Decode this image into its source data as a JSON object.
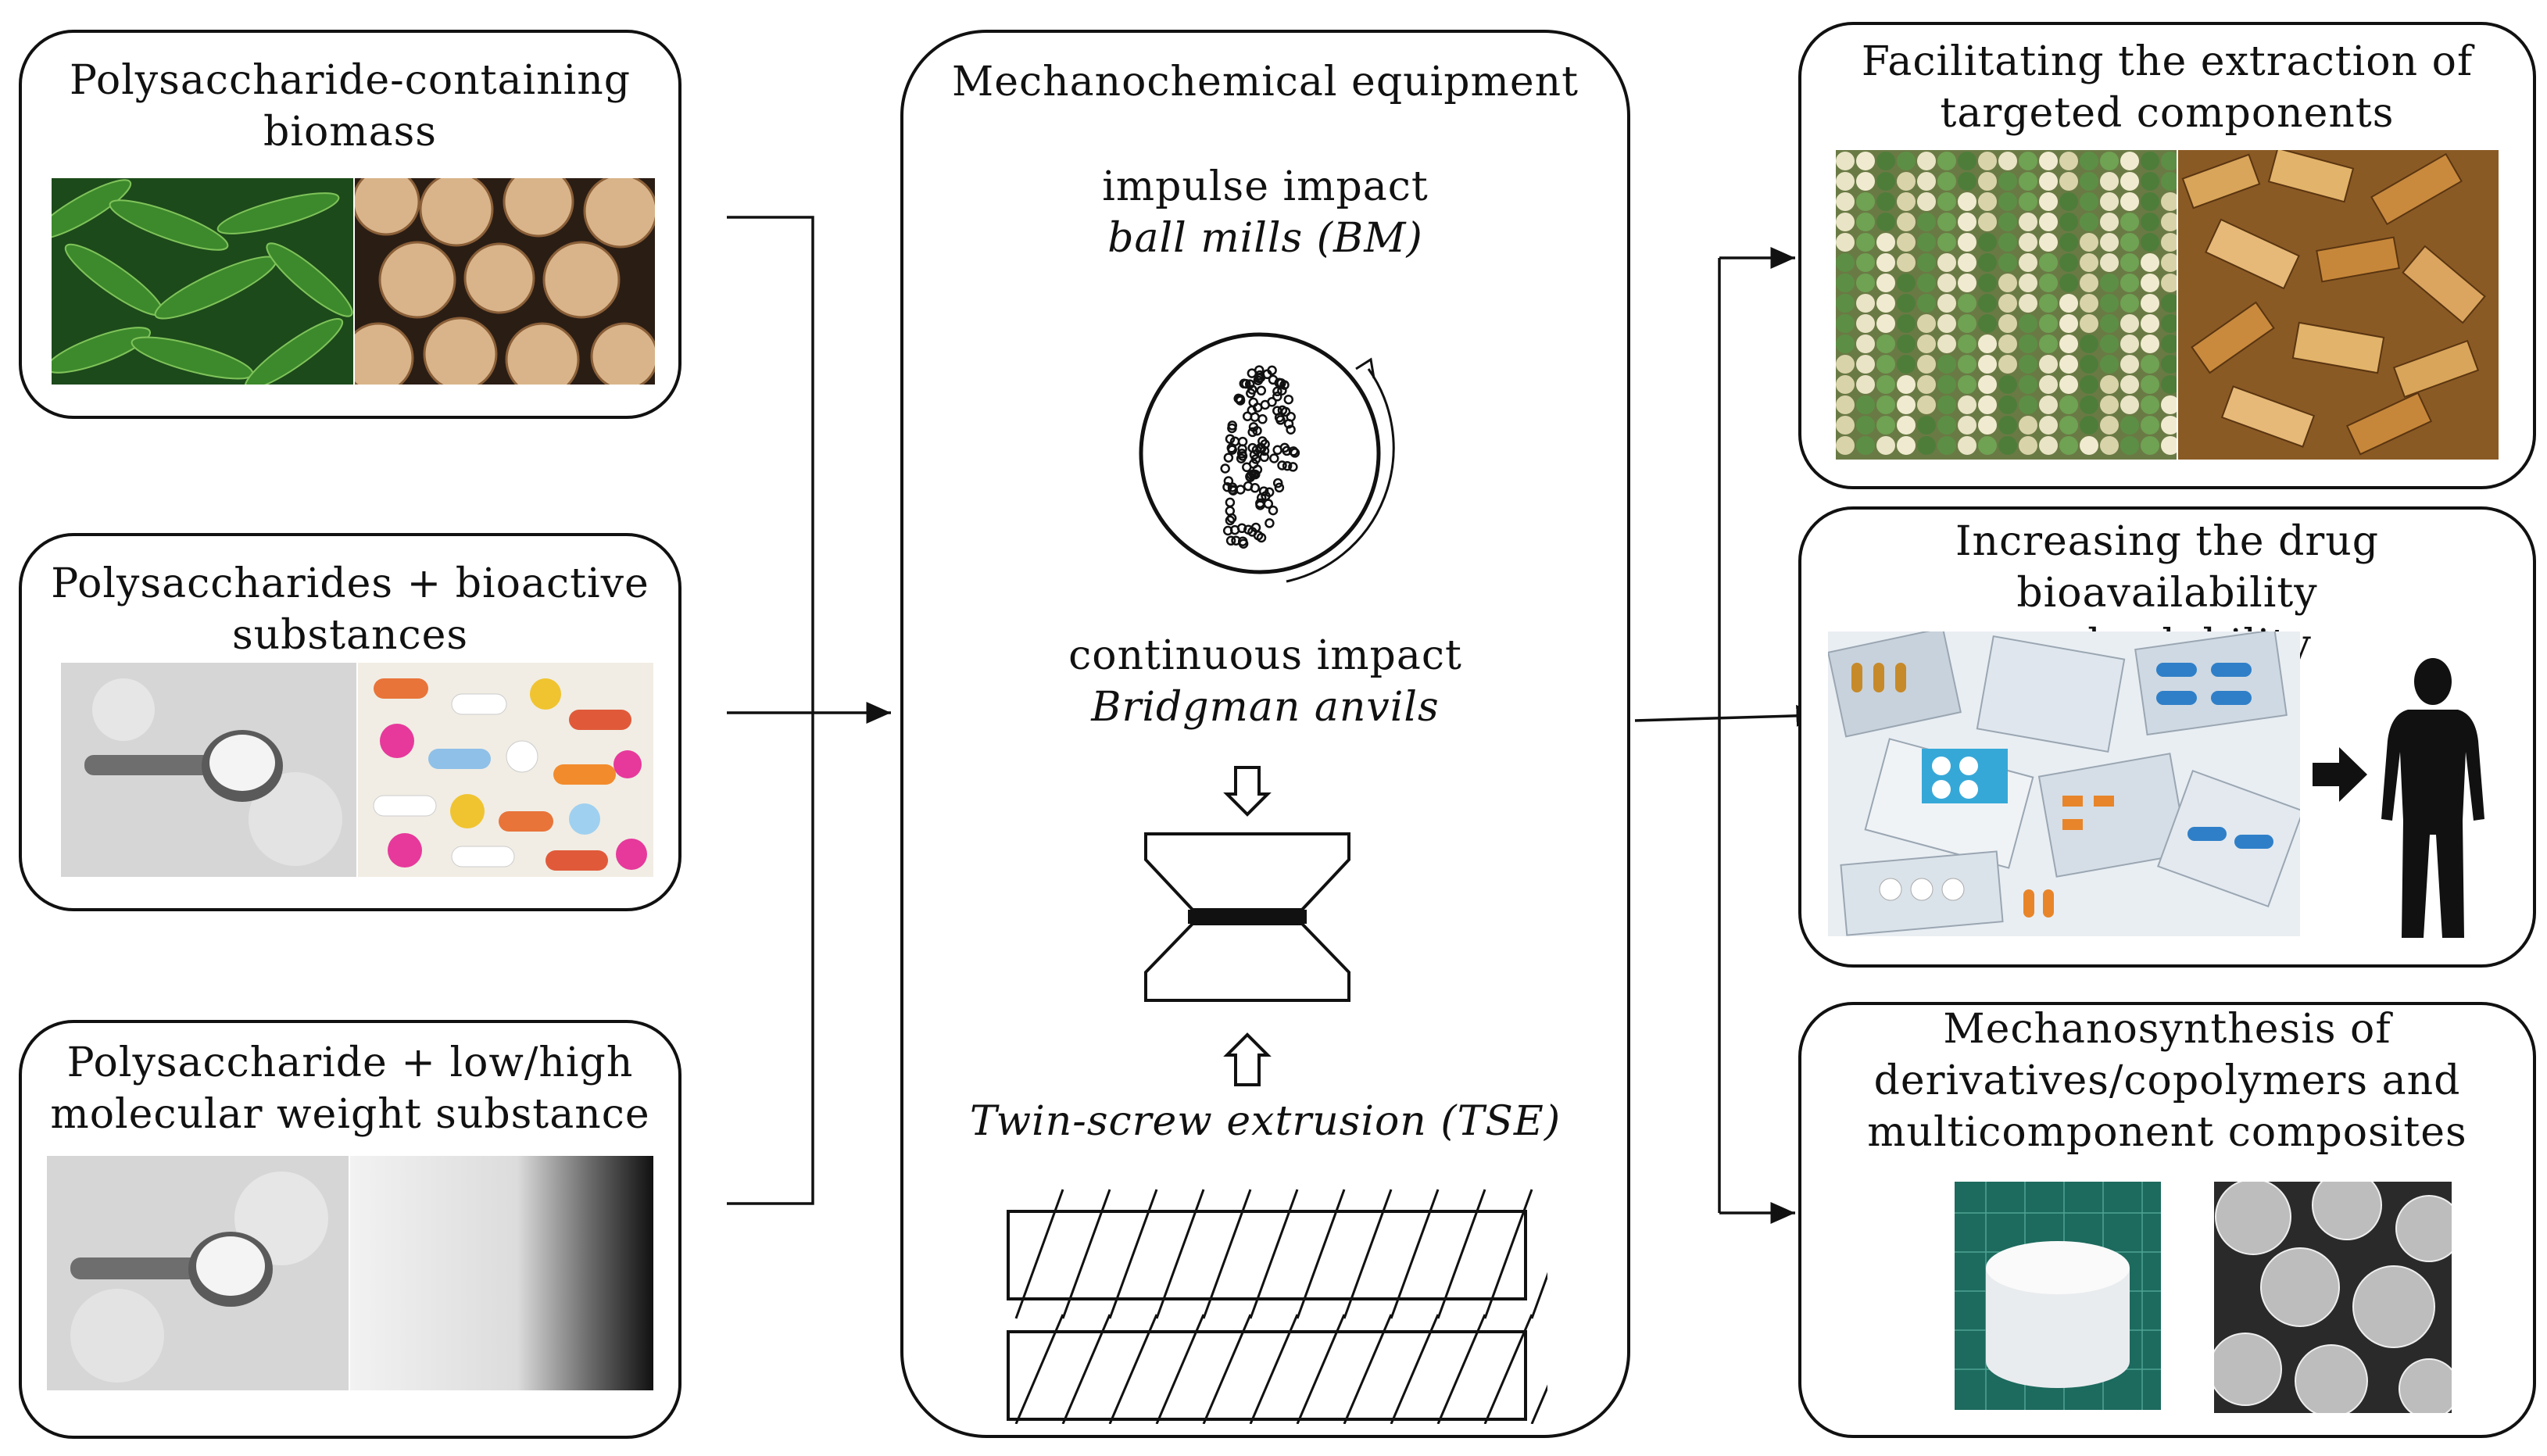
{
  "inputs": {
    "biomass": {
      "title": [
        "Polysaccharide-containing",
        "biomass"
      ],
      "images": [
        "pea-pods-photo",
        "wood-logs-photo"
      ]
    },
    "bioactive": {
      "title": [
        "Polysaccharides + bioactive",
        "substances"
      ],
      "images": [
        "powder-scoop-photo",
        "pills-capsules-photo"
      ]
    },
    "substance": {
      "title": [
        "Polysaccharide + low/high",
        "molecular weight substance"
      ],
      "images": [
        "powder-scoop-photo",
        "granular-powder-photo"
      ]
    }
  },
  "equipment": {
    "title": "Mechanochemical equipment",
    "impulse_label": "impulse impact",
    "ball_mills_label": "ball mills (BM)",
    "continuous_label": "continuous impact",
    "bridgman_label": "Bridgman anvils",
    "tse_label": "Twin-screw extrusion (TSE)"
  },
  "outputs": {
    "extraction": {
      "title": [
        "Facilitating the extraction of",
        "targeted components"
      ],
      "images": [
        "pea-seeds-photo",
        "wood-chips-photo"
      ]
    },
    "drug": {
      "title": [
        "Increasing the drug bioavailability",
        "and solubility"
      ],
      "images": [
        "blister-packs-photo",
        "arrow-icon",
        "human-silhouette-icon"
      ]
    },
    "synthesis": {
      "title": [
        "Mechanosynthesis of",
        "derivatives/copolymers and",
        "multicomponent composites"
      ],
      "images": [
        "white-cylinder-photo",
        "sem-spheres-photo"
      ]
    }
  },
  "colors": {
    "line": "#111111",
    "box_border": "#111111"
  }
}
